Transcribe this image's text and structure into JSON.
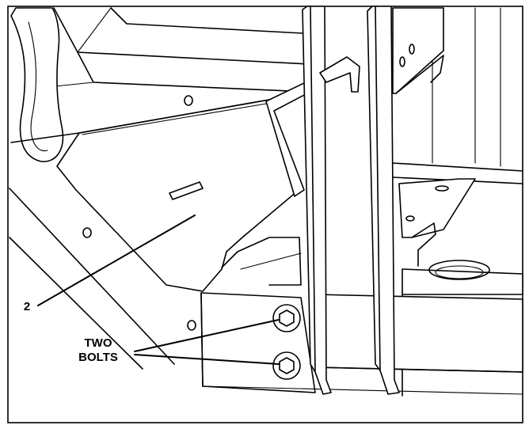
{
  "callouts": {
    "part_number": "2",
    "bolts_line1": "TWO",
    "bolts_line2": "BOLTS"
  },
  "colors": {
    "ink": "#000000",
    "paper": "#ffffff"
  }
}
